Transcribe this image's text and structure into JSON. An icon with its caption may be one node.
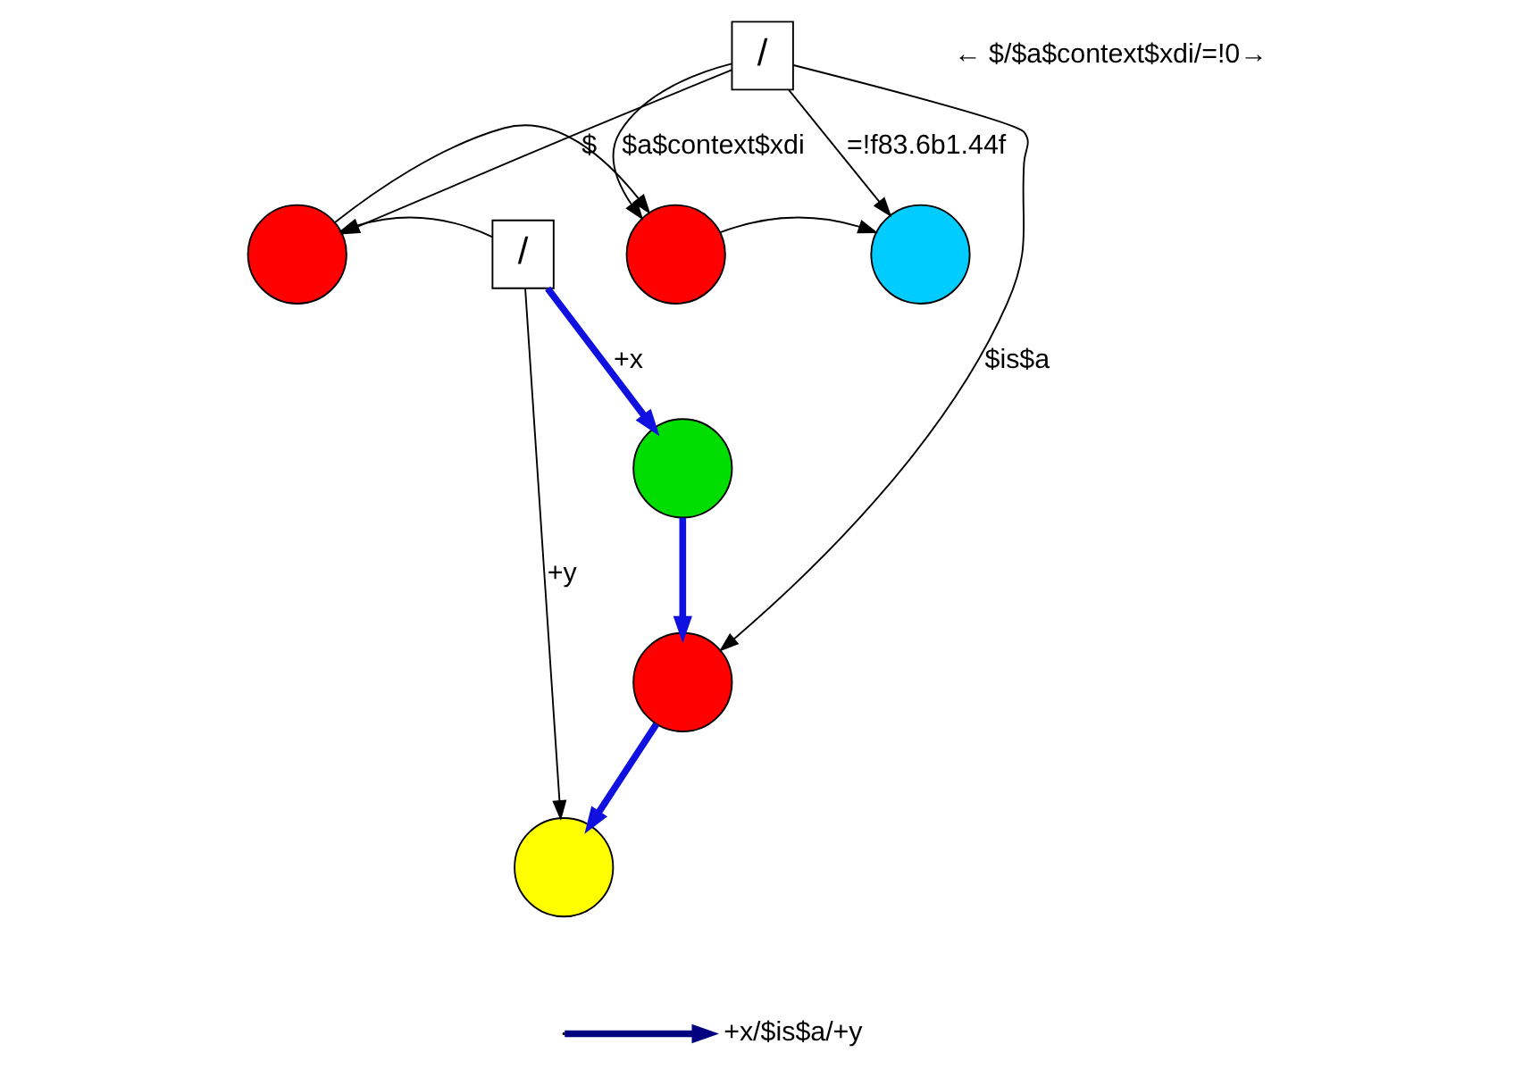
{
  "diagram": {
    "nodes": [
      {
        "text": [
          "/"
        ]
      },
      {
        "text": [
          "/"
        ]
      },
      {
        "text": [],
        "shape": "circle"
      },
      {
        "text": [],
        "shape": "circle"
      },
      {
        "text": [],
        "shape": "circle"
      },
      {
        "text": [],
        "shape": "circle"
      },
      {
        "text": [],
        "shape": "circle"
      },
      {
        "text": [],
        "shape": "circle"
      }
    ],
    "edges": [
      {
        "from": 0,
        "to": 2,
        "arrow": "to",
        "label": "$"
      },
      {
        "from": 0,
        "to": 3,
        "arrow": "to",
        "label": "$a$context$xdi"
      },
      {
        "from": 0,
        "to": 4,
        "arrow": "to",
        "label": "=!f83.6b1.44f"
      },
      {
        "from": 0,
        "to": 5,
        "arrow": "to",
        "label": "$is$a"
      },
      {
        "from": 1,
        "to": 2,
        "arrow": "to"
      },
      {
        "from": 2,
        "to": 3,
        "arrow": "to"
      },
      {
        "from": 3,
        "to": 4,
        "arrow": "to"
      },
      {
        "from": 1,
        "to": 6,
        "arrow": "to",
        "label": "+y"
      },
      {
        "from": 1,
        "to": 7,
        "arrow": "to",
        "label": "+x",
        "style": "thick",
        "color": "#1010e0"
      },
      {
        "from": 7,
        "to": 5,
        "arrow": "to",
        "style": "thick",
        "color": "#1010e0"
      },
      {
        "from": 5,
        "to": 6,
        "arrow": "to",
        "style": "thick",
        "color": "#1010e0"
      }
    ],
    "labels": [
      "← $/$a$context$xdi/=!0→"
    ],
    "legend": [
      {
        "text": "+x/$is$a/+y"
      }
    ]
  }
}
